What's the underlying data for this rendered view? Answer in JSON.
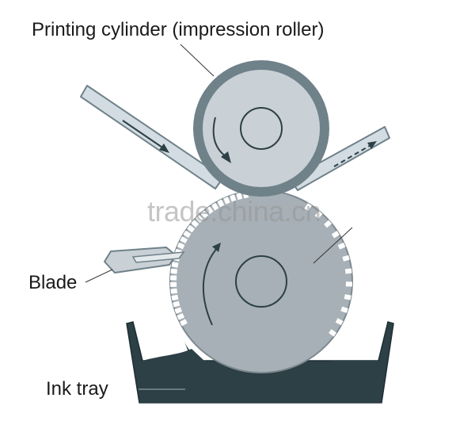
{
  "labels": {
    "printing_cylinder": "Printing cylinder (impression roller)",
    "blade": "Blade",
    "ink_tray": "Ink tray"
  },
  "watermark": "trade.china.cn",
  "colors": {
    "roller_fill": "#c9d0d6",
    "roller_outline": "#6f8189",
    "gravure_fill": "#a7b0b6",
    "ink": "#2c4046",
    "substrate": "#d2dce2",
    "blade": "#c9d0d6",
    "leader_line": "#333333"
  }
}
